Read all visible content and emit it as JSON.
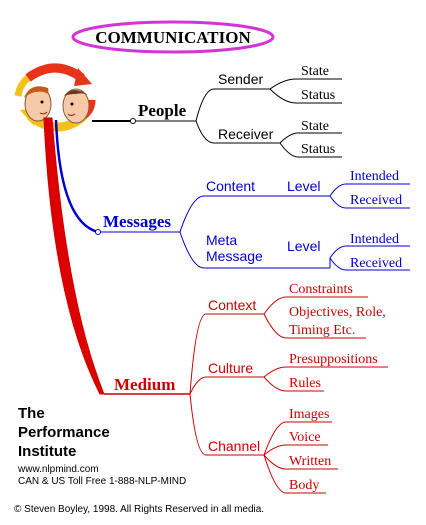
{
  "title": "COMMUNICATION",
  "colors": {
    "people": "#000000",
    "messages": "#0000cc",
    "medium": "#cc0000",
    "title_oval": "#d633d6"
  },
  "branches": {
    "people": {
      "label": "People",
      "sender": {
        "label": "Sender",
        "children": [
          "State",
          "Status"
        ]
      },
      "receiver": {
        "label": "Receiver",
        "children": [
          "State",
          "Status"
        ]
      }
    },
    "messages": {
      "label": "Messages",
      "content": {
        "label": "Content",
        "level": "Level",
        "children": [
          "Intended",
          "Received"
        ]
      },
      "meta": {
        "label_line1": "Meta",
        "label_line2": "Message",
        "level": "Level",
        "children": [
          "Intended",
          "Received"
        ]
      }
    },
    "medium": {
      "label": "Medium",
      "context": {
        "label": "Context",
        "constraints": "Constraints",
        "objectives_line1": "Objectives, Role,",
        "objectives_line2": "Timing Etc."
      },
      "culture": {
        "label": "Culture",
        "children": [
          "Presuppositions",
          "Rules"
        ]
      },
      "channel": {
        "label": "Channel",
        "children": [
          "Images",
          "Voice",
          "Written",
          "Body"
        ]
      }
    }
  },
  "footer": {
    "org_line1": "The",
    "org_line2": "Performance",
    "org_line3": "Institute",
    "website": "www.nlpmind.com",
    "phone": "CAN & US Toll Free 1-888-NLP-MIND",
    "copyright": "© Steven Boyley, 1998. All Rights Reserved in all media."
  },
  "icons": [
    "two-faces-icon",
    "cycle-arrows-icon"
  ]
}
